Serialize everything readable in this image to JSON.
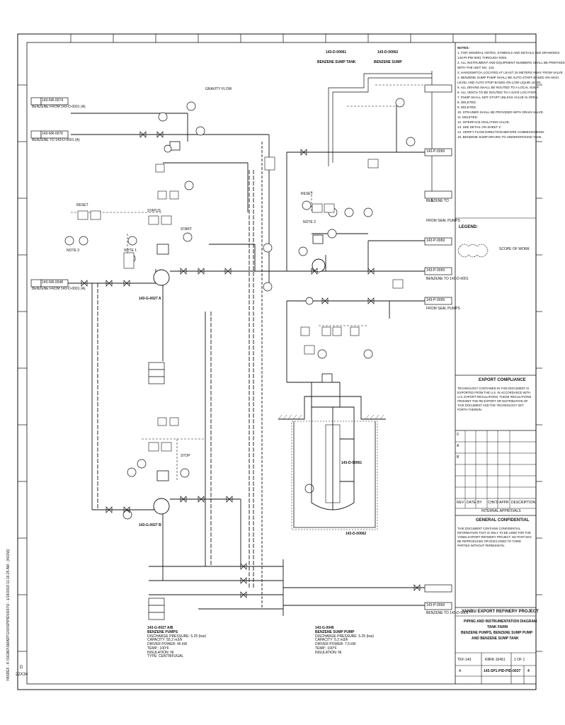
{
  "sheet": {
    "vertical_stamp": "YASREF - K:\\SIGNO\\SMART\\143\\SP\\PID\\0037\\0 - 1/18/2018 11:16:25 AM - [46156]",
    "margin_code": "D",
    "size_code": "22X34",
    "sheet_number": "4"
  },
  "equipment_top": {
    "tag": "143-D-00061",
    "name": "BENZENE SUMP TANK",
    "tag2": "143-D-00062",
    "name2": "BENZENE SUMP"
  },
  "equipment_bottom": {
    "pump_tag": "143-G-0027 A/B",
    "pump_name": "BENZENE PUMPS",
    "pump_specs": [
      "DISCHARGE PRESSURE: 5.25 (bar)",
      "CAPACITY: 55.2 m3/h",
      "DRIVER POWER: 45 kW",
      "TEMP.: 100°F",
      "INSULATION: NI",
      "TYPE: CENTRIFUGAL"
    ],
    "sump_tag": "143-G-0046",
    "sump_name": "BENZENE SUMP PUMP",
    "sump_specs": [
      "DISCHARGE PRESSURE: 5.25 (bar)",
      "CAPACITY: 5.2 m3/h",
      "DRIVER POWER: 7.5 kW",
      "TEMP.: 100°F",
      "INSULATION: NI"
    ]
  },
  "labels": {
    "pump_a": "143-G-0027 A",
    "pump_b": "143-G-0027 B",
    "sump_vessel": "143-D-00061",
    "sump_vessel_bottom": "143-D-00062",
    "legend": "LEGEND:",
    "scope": "SCOPE OF WORK",
    "gravity_flow": "GRAVITY FLOW",
    "reset_left": "RESET",
    "reset_right": "RESET",
    "status": "STATUS",
    "start": "START",
    "stop": "STOP",
    "note1": "NOTE 1",
    "note2": "NOTE 2",
    "note3": "NOTE 3"
  },
  "offpage_left": [
    {
      "tag": "143-NR-0074",
      "text": "BENZENE FROM 143-D-0001 (A)"
    },
    {
      "tag": "143-NR-0076",
      "text": "BENZENE TO 143-D-0001 (A)"
    },
    {
      "tag": "143-NR-0048",
      "text": "BENZENE FROM 143-D-0001 (A)"
    }
  ],
  "offpage_right": [
    {
      "tag": "143-P-0069",
      "text": "BENZENE TO"
    },
    {
      "tag": "143-P-0069",
      "text": "FROM SEAL PUMPS"
    },
    {
      "tag": "143-P-0069",
      "text": "BENZENE TO 143-D-0001"
    },
    {
      "tag": "143-P-0069",
      "text": "FROM SEAL PUMPS"
    },
    {
      "tag": "143-P-0069",
      "text": "BENZENE TO 143-D-0001"
    }
  ],
  "notes": {
    "title": "NOTES:",
    "items": [
      "1. FOR GENERAL NOTES, SYMBOLS AND DETAILS SEE DRAWINGS",
      "   143-PI-PID-0001 THROUGH 0003.",
      "2. ALL INSTRUMENT AND EQUIPMENT NUMBERS SHALL BE PREFIXED",
      "   WITH THE UNIT NO. 143.",
      "3. HANDSWITCH LOCATED AT LEAST 15 METERS AWAY FROM VALVE.",
      "4. BENZENE SUMP PUMP SHALL BE AUTO START BASED ON HIGH",
      "   LEVEL AND AUTO STOP BASED ON LOW LIQUID LEVEL.",
      "5. ALL DRAINS SHALL BE ROUTED TO A LOCAL SUMP.",
      "6. ALL VENTS TO BE ROUTED TO A SAFE LOCATION.",
      "7. PUMP SHALL NOT START UNLESS VALVE IS OPEN.",
      "8. DELETED.",
      "9. DELETED.",
      "10. STRAINER SHALL BE PROVIDED WITH DRAIN VALVE.",
      "11. DELETED.",
      "12. INTERFACE ISOLATION VALVE.",
      "13. SEE DETAIL ON SHEET 2.",
      "14. VERIFY FLOW DIRECTION BEFORE COMMISSIONING.",
      "15. BENZENE SUMP DRAINS TO UNDERGROUND TANK."
    ]
  },
  "export": {
    "title": "EXPORT COMPLIANCE",
    "body": "TECHNOLOGY CONTAINED IN THIS DOCUMENT IS EXPORTED FROM THE U.S. IN ACCORDANCE WITH U.S. EXPORT REGULATIONS. THESE REGULATIONS PROHIBIT THE RE-EXPORT OR DISTRIBUTION OF THIS DOCUMENT AND THE TECHNOLOGY SET FORTH THEREIN."
  },
  "confidential": {
    "title": "GENERAL CONFIDENTIAL",
    "body": "THIS DOCUMENT CONTAINS CONFIDENTIAL INFORMATION THAT IS ONLY TO BE USED FOR THE YANBU EXPORT REFINERY PROJECT. NO PART MAY BE REPRODUCED OR DISCLOSED TO THIRD PARTIES WITHOUT PERMISSION."
  },
  "revisions": {
    "headers": [
      "REV",
      "DATE",
      "BY",
      "CHK'D",
      "APPR",
      "DESCRIPTION"
    ],
    "rows": [
      [
        "0",
        "",
        "",
        "",
        "",
        ""
      ],
      [
        "A",
        "",
        "",
        "",
        "",
        ""
      ],
      [
        "B",
        "",
        "",
        "",
        "",
        ""
      ]
    ],
    "footer": "INTERNAL APPROVALS"
  },
  "title_block": {
    "project": "YANBU EXPORT REFINERY PROJECT",
    "drawing_type": "PIPING AND INSTRUMENTATION DIAGRAM",
    "area": "TANK FARM",
    "title1": "BENZENE PUMPS, BENZENE SUMP PUMP",
    "title2": "AND BENZENE SUMP TANK",
    "unit": "TKF-143",
    "job": "K8RK-16451",
    "sheet_of": "1 OF 1",
    "rev_code": "A",
    "drawing_no": "143-SP1-PID-PID-0037"
  }
}
